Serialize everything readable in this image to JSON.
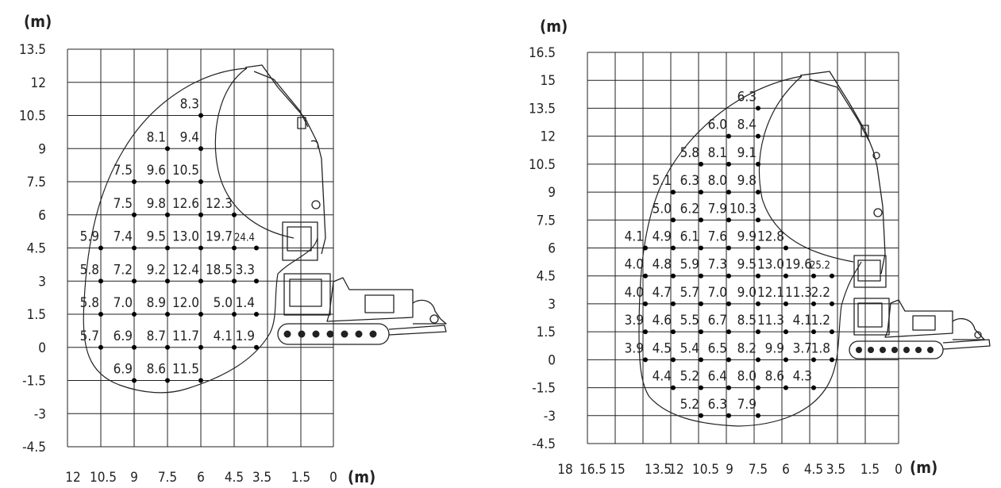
{
  "diagram_left": {
    "unit_label": "(m)",
    "y_ticks": [
      "13.5",
      "12",
      "10.5",
      "9",
      "7.5",
      "6",
      "4.5",
      "3",
      "1.5",
      "0",
      "-1.5",
      "-3",
      "-4.5"
    ],
    "x_ticks": [
      "12",
      "10.5",
      "9",
      "7.5",
      "6",
      "4.5",
      "3.5",
      "1.5",
      "0"
    ],
    "x_unit_label": "(m)",
    "load_points": [
      {
        "label": "8.3",
        "r": 6,
        "h": 10.5
      },
      {
        "label": "8.1",
        "r": 7.5,
        "h": 9
      },
      {
        "label": "9.4",
        "r": 6,
        "h": 9
      },
      {
        "label": "7.5",
        "r": 9,
        "h": 7.5
      },
      {
        "label": "9.6",
        "r": 7.5,
        "h": 7.5
      },
      {
        "label": "10.5",
        "r": 6,
        "h": 7.5
      },
      {
        "label": "7.5",
        "r": 9,
        "h": 6
      },
      {
        "label": "9.8",
        "r": 7.5,
        "h": 6
      },
      {
        "label": "12.6",
        "r": 6,
        "h": 6
      },
      {
        "label": "12.3",
        "r": 4.5,
        "h": 6
      },
      {
        "label": "5.9",
        "r": 10.5,
        "h": 4.5
      },
      {
        "label": "7.4",
        "r": 9,
        "h": 4.5
      },
      {
        "label": "9.5",
        "r": 7.5,
        "h": 4.5
      },
      {
        "label": "13.0",
        "r": 6,
        "h": 4.5
      },
      {
        "label": "19.7",
        "r": 4.5,
        "h": 4.5
      },
      {
        "label": "24.4",
        "r": 3.5,
        "h": 4.5,
        "small": true
      },
      {
        "label": "5.8",
        "r": 10.5,
        "h": 3
      },
      {
        "label": "7.2",
        "r": 9,
        "h": 3
      },
      {
        "label": "9.2",
        "r": 7.5,
        "h": 3
      },
      {
        "label": "12.4",
        "r": 6,
        "h": 3
      },
      {
        "label": "18.5",
        "r": 4.5,
        "h": 3
      },
      {
        "label": "3.3",
        "r": 3.5,
        "h": 3
      },
      {
        "label": "5.8",
        "r": 10.5,
        "h": 1.5
      },
      {
        "label": "7.0",
        "r": 9,
        "h": 1.5
      },
      {
        "label": "8.9",
        "r": 7.5,
        "h": 1.5
      },
      {
        "label": "12.0",
        "r": 6,
        "h": 1.5
      },
      {
        "label": "5.0",
        "r": 4.5,
        "h": 1.5
      },
      {
        "label": "1.4",
        "r": 3.5,
        "h": 1.5
      },
      {
        "label": "5.7",
        "r": 10.5,
        "h": 0
      },
      {
        "label": "6.9",
        "r": 9,
        "h": 0
      },
      {
        "label": "8.7",
        "r": 7.5,
        "h": 0
      },
      {
        "label": "11.7",
        "r": 6,
        "h": 0
      },
      {
        "label": "4.1",
        "r": 4.5,
        "h": 0
      },
      {
        "label": "1.9",
        "r": 3.5,
        "h": 0
      },
      {
        "label": "6.9",
        "r": 9,
        "h": -1.5
      },
      {
        "label": "8.6",
        "r": 7.5,
        "h": -1.5
      },
      {
        "label": "11.5",
        "r": 6,
        "h": -1.5
      }
    ]
  },
  "diagram_right": {
    "unit_label": "(m)",
    "y_ticks": [
      "16.5",
      "15",
      "13.5",
      "12",
      "10.5",
      "9",
      "7.5",
      "6",
      "4.5",
      "3",
      "1.5",
      "0",
      "-1.5",
      "-3",
      "-4.5"
    ],
    "x_ticks": [
      "18",
      "16.5",
      "15",
      "13.5",
      "12",
      "10.5",
      "9",
      "7.5",
      "6",
      "4.5",
      "3.5",
      "1.5",
      "0"
    ],
    "x_unit_label": "(m)",
    "load_points": [
      {
        "label": "6.3",
        "r": 7.5,
        "h": 13.5
      },
      {
        "label": "6.0",
        "r": 9,
        "h": 12
      },
      {
        "label": "8.4",
        "r": 7.5,
        "h": 12
      },
      {
        "label": "5.8",
        "r": 10.5,
        "h": 10.5
      },
      {
        "label": "8.1",
        "r": 9,
        "h": 10.5
      },
      {
        "label": "9.1",
        "r": 7.5,
        "h": 10.5
      },
      {
        "label": "5.1",
        "r": 12,
        "h": 9
      },
      {
        "label": "6.3",
        "r": 10.5,
        "h": 9
      },
      {
        "label": "8.0",
        "r": 9,
        "h": 9
      },
      {
        "label": "9.8",
        "r": 7.5,
        "h": 9
      },
      {
        "label": "5.0",
        "r": 12,
        "h": 7.5
      },
      {
        "label": "6.2",
        "r": 10.5,
        "h": 7.5
      },
      {
        "label": "7.9",
        "r": 9,
        "h": 7.5
      },
      {
        "label": "10.3",
        "r": 7.5,
        "h": 7.5
      },
      {
        "label": "4.1",
        "r": 13.5,
        "h": 6
      },
      {
        "label": "4.9",
        "r": 12,
        "h": 6
      },
      {
        "label": "6.1",
        "r": 10.5,
        "h": 6
      },
      {
        "label": "7.6",
        "r": 9,
        "h": 6
      },
      {
        "label": "9.9",
        "r": 7.5,
        "h": 6
      },
      {
        "label": "12.8",
        "r": 6,
        "h": 6
      },
      {
        "label": "4.0",
        "r": 13.5,
        "h": 4.5
      },
      {
        "label": "4.8",
        "r": 12,
        "h": 4.5
      },
      {
        "label": "5.9",
        "r": 10.5,
        "h": 4.5
      },
      {
        "label": "7.3",
        "r": 9,
        "h": 4.5
      },
      {
        "label": "9.5",
        "r": 7.5,
        "h": 4.5
      },
      {
        "label": "13.0",
        "r": 6,
        "h": 4.5
      },
      {
        "label": "19.6",
        "r": 4.5,
        "h": 4.5
      },
      {
        "label": "25.2",
        "r": 3.5,
        "h": 4.5,
        "small": true
      },
      {
        "label": "4.0",
        "r": 13.5,
        "h": 3
      },
      {
        "label": "4.7",
        "r": 12,
        "h": 3
      },
      {
        "label": "5.7",
        "r": 10.5,
        "h": 3
      },
      {
        "label": "7.0",
        "r": 9,
        "h": 3
      },
      {
        "label": "9.0",
        "r": 7.5,
        "h": 3
      },
      {
        "label": "12.1",
        "r": 6,
        "h": 3
      },
      {
        "label": "11.3",
        "r": 4.5,
        "h": 3
      },
      {
        "label": "2.2",
        "r": 3.5,
        "h": 3
      },
      {
        "label": "3.9",
        "r": 13.5,
        "h": 1.5
      },
      {
        "label": "4.6",
        "r": 12,
        "h": 1.5
      },
      {
        "label": "5.5",
        "r": 10.5,
        "h": 1.5
      },
      {
        "label": "6.7",
        "r": 9,
        "h": 1.5
      },
      {
        "label": "8.5",
        "r": 7.5,
        "h": 1.5
      },
      {
        "label": "11.3",
        "r": 6,
        "h": 1.5
      },
      {
        "label": "4.1",
        "r": 4.5,
        "h": 1.5
      },
      {
        "label": "1.2",
        "r": 3.5,
        "h": 1.5
      },
      {
        "label": "3.9",
        "r": 13.5,
        "h": 0
      },
      {
        "label": "4.5",
        "r": 12,
        "h": 0
      },
      {
        "label": "5.4",
        "r": 10.5,
        "h": 0
      },
      {
        "label": "6.5",
        "r": 9,
        "h": 0
      },
      {
        "label": "8.2",
        "r": 7.5,
        "h": 0
      },
      {
        "label": "9.9",
        "r": 6,
        "h": 0
      },
      {
        "label": "3.7",
        "r": 4.5,
        "h": 0
      },
      {
        "label": "1.8",
        "r": 3.5,
        "h": 0
      },
      {
        "label": "4.4",
        "r": 12,
        "h": -1.5
      },
      {
        "label": "5.2",
        "r": 10.5,
        "h": -1.5
      },
      {
        "label": "6.4",
        "r": 9,
        "h": -1.5
      },
      {
        "label": "8.0",
        "r": 7.5,
        "h": -1.5
      },
      {
        "label": "8.6",
        "r": 6,
        "h": -1.5
      },
      {
        "label": "4.3",
        "r": 4.5,
        "h": -1.5
      },
      {
        "label": "5.2",
        "r": 10.5,
        "h": -3
      },
      {
        "label": "6.3",
        "r": 9,
        "h": -3
      },
      {
        "label": "7.9",
        "r": 7.5,
        "h": -3
      }
    ]
  }
}
